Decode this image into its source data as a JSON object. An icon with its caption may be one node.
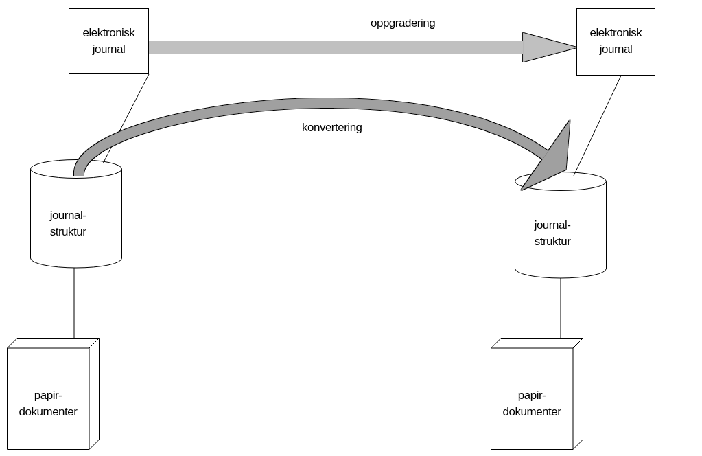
{
  "diagram": {
    "nodes": [
      {
        "text": [
          "elektronisk journal"
        ]
      },
      {
        "text": [
          "elektronisk journal"
        ]
      },
      {
        "text": [
          "journal- struktur"
        ]
      },
      {
        "text": [
          "journal- struktur"
        ]
      },
      {
        "text": [
          "papir- dokumenter"
        ]
      },
      {
        "text": [
          "papir- dokumenter"
        ]
      }
    ],
    "edges": [
      {
        "from": 0,
        "to": 1,
        "arrow": "to",
        "label": "oppgradering",
        "style": "thick",
        "color": "#c0c0c0"
      },
      {
        "from": 2,
        "to": 3,
        "arrow": "to",
        "label": "konvertering",
        "style": "thick",
        "color": "#a0a0a0"
      },
      {
        "from": 0,
        "to": 2,
        "arrow": "none"
      },
      {
        "from": 1,
        "to": 3,
        "arrow": "none"
      },
      {
        "from": 2,
        "to": 4,
        "arrow": "none"
      },
      {
        "from": 3,
        "to": 5,
        "arrow": "none"
      }
    ]
  }
}
